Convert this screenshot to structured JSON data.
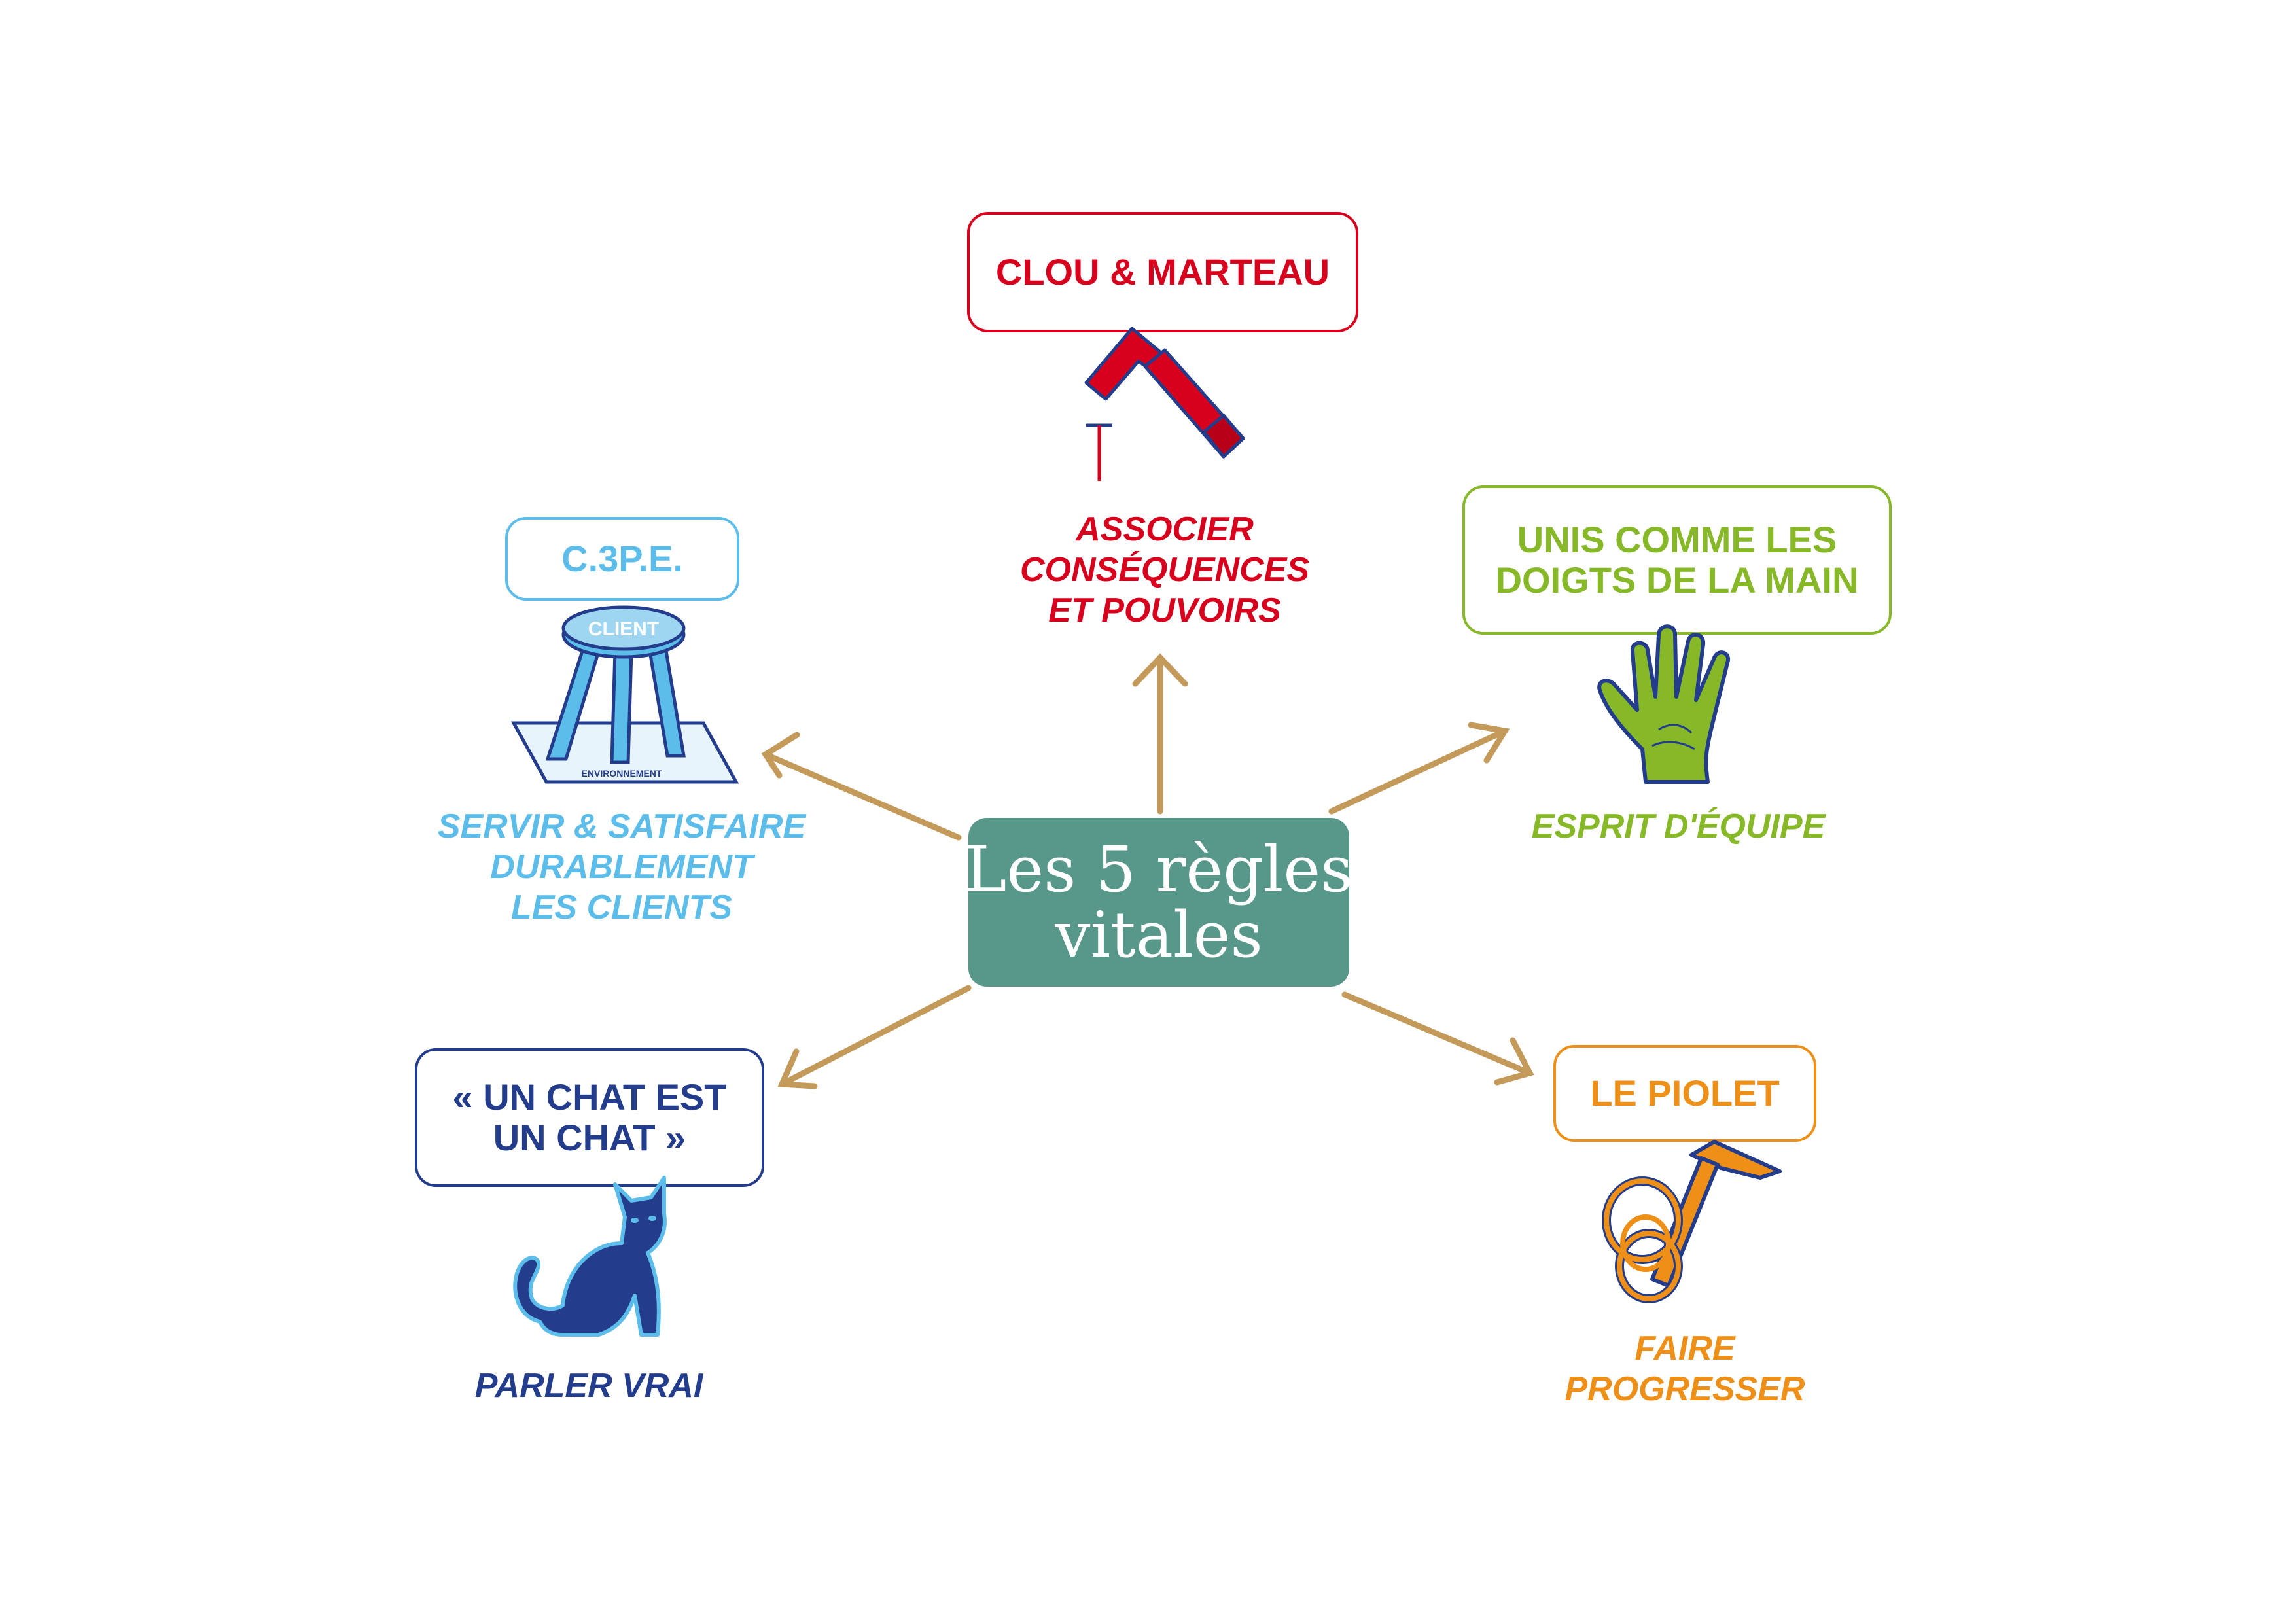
{
  "center": {
    "line1": "Les 5 règles",
    "line2": "vitales"
  },
  "rules": {
    "clou": {
      "title": "CLOU & MARTEAU",
      "desc": [
        "ASSOCIER",
        "CONSÉQUENCES",
        "ET POUVOIRS"
      ]
    },
    "c3pe": {
      "title": "C.3P.E.",
      "desc": [
        "SERVIR & SATISFAIRE",
        "DURABLEMENT",
        "LES CLIENTS"
      ],
      "stool_top": "CLIENT",
      "stool_base": "ENVIRONNEMENT"
    },
    "unis": {
      "title": [
        "UNIS COMME LES",
        "DOIGTS DE LA MAIN"
      ],
      "desc": [
        "ESPRIT D'ÉQUIPE"
      ]
    },
    "chat": {
      "title": [
        "« UN CHAT EST",
        "UN CHAT »"
      ],
      "desc": [
        "PARLER VRAI"
      ]
    },
    "piolet": {
      "title": "LE PIOLET",
      "desc": [
        "FAIRE",
        "PROGRESSER"
      ]
    }
  },
  "colors": {
    "center_bg": "#57988A",
    "arrow": "#C39A5A",
    "red": "#D7001D",
    "light_blue": "#5DBDEA",
    "green": "#86B828",
    "navy": "#233C8C",
    "orange": "#EE9018"
  },
  "icons": [
    "hammer-icon",
    "stool-icon",
    "hand-icon",
    "cat-icon",
    "ice-axe-icon"
  ]
}
